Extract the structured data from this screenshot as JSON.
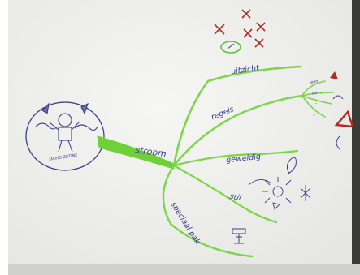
{
  "center": {
    "text": "DAVID ZETINE"
  },
  "branches": {
    "stroom": "stroom",
    "uitzicht": "uitzicht",
    "regels": "regels",
    "geweldig": "geweldig",
    "stil": "stil",
    "speciaal_pak": "speciaal pak"
  },
  "sub_labels": {
    "een": "een",
    "lijn_1": "de ...",
    "lijn_2": "...",
    "lijn_3": "..."
  },
  "colors": {
    "paper": "#f4f4f2",
    "branch_green": "#7bd64a",
    "ink_blue": "#3d3f8a",
    "ink_red": "#b22a22"
  },
  "icons": {
    "center": "drawn-person-in-circle-icon",
    "decoration_top": "red-crosses-icon",
    "warning": "red-triangle-icon",
    "sun": "sun-doodle-icon",
    "suit": "suit-doodle-icon"
  }
}
